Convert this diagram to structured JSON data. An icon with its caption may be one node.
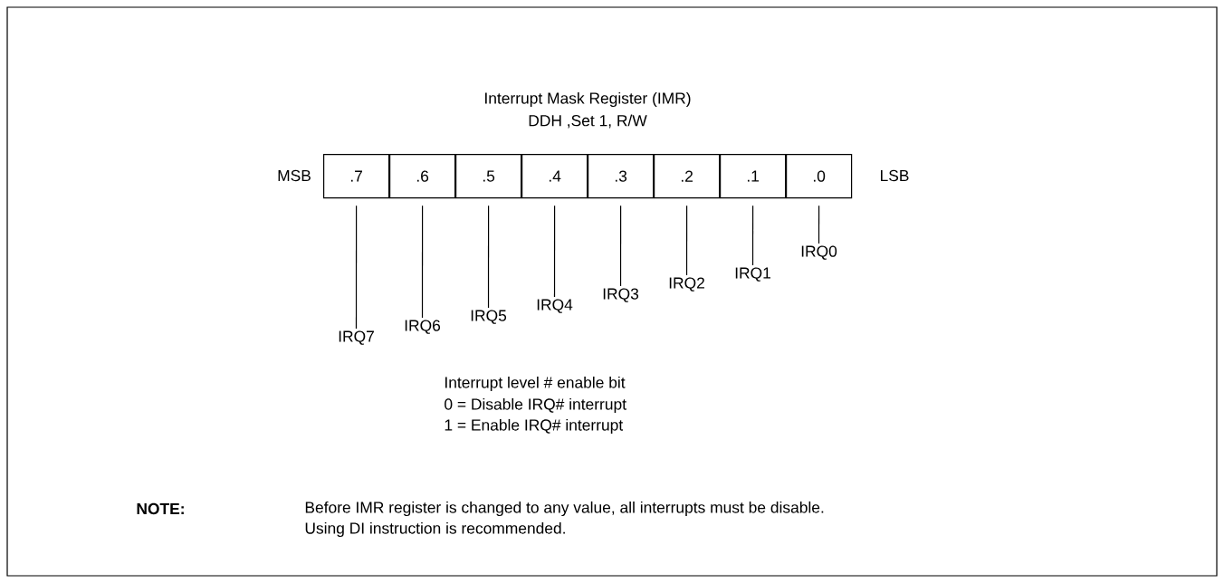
{
  "diagram": {
    "title": "Interrupt Mask Register (IMR)",
    "nodes": [
      {
        "text": [
          ".7"
        ]
      },
      {
        "text": [
          ".6"
        ]
      },
      {
        "text": [
          ".5"
        ]
      },
      {
        "text": [
          ".4"
        ]
      },
      {
        "text": [
          ".3"
        ]
      },
      {
        "text": [
          ".2"
        ]
      },
      {
        "text": [
          ".1"
        ]
      },
      {
        "text": [
          ".0"
        ]
      },
      {
        "text": [
          "IRQ7"
        ]
      },
      {
        "text": [
          "IRQ6"
        ]
      },
      {
        "text": [
          "IRQ5"
        ]
      },
      {
        "text": [
          "IRQ4"
        ]
      },
      {
        "text": [
          "IRQ3"
        ]
      },
      {
        "text": [
          "IRQ2"
        ]
      },
      {
        "text": [
          "IRQ1"
        ]
      },
      {
        "text": [
          "IRQ0"
        ]
      }
    ],
    "edges": [
      {
        "from": 8,
        "to": 0,
        "arrow": "none"
      },
      {
        "from": 9,
        "to": 1,
        "arrow": "none"
      },
      {
        "from": 10,
        "to": 2,
        "arrow": "none"
      },
      {
        "from": 11,
        "to": 3,
        "arrow": "none"
      },
      {
        "from": 12,
        "to": 4,
        "arrow": "none"
      },
      {
        "from": 13,
        "to": 5,
        "arrow": "none"
      },
      {
        "from": 14,
        "to": 6,
        "arrow": "none"
      },
      {
        "from": 15,
        "to": 7,
        "arrow": "none"
      }
    ],
    "labels": [
      "DDH ,Set 1, R/W",
      "MSB",
      "LSB",
      "Interrupt level # enable bit",
      "0 = Disable IRQ# interrupt",
      "1 = Enable IRQ# interrupt",
      "NOTE:",
      "Before IMR register is changed to any value, all interrupts must be disable.",
      "Using DI instruction is recommended."
    ]
  }
}
